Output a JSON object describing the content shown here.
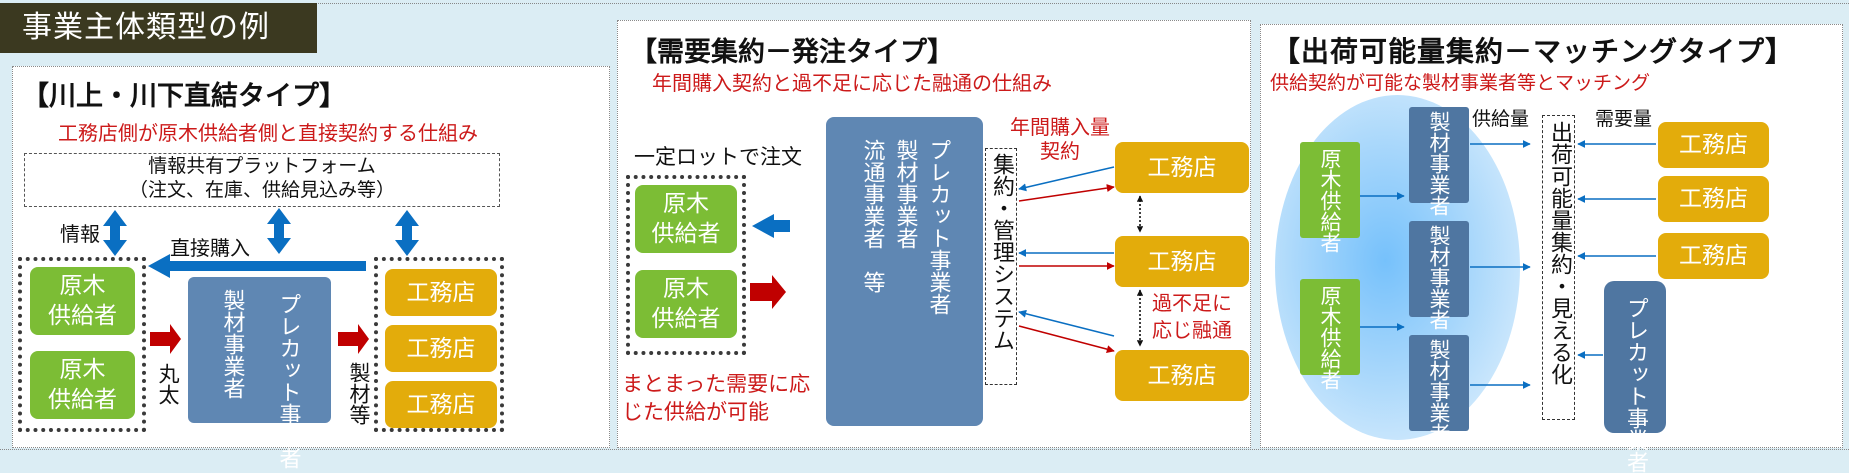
{
  "main_title": "事業主体類型の例",
  "colors": {
    "title_bg": "#3b3920",
    "background": "#dbedf4",
    "green": "#7cbd35",
    "orange": "#e3ac0b",
    "steel_blue": "#5f87b3",
    "navy": "#4f76a1",
    "arrow_blue": "#0a6fc2",
    "arrow_red": "#c00000",
    "accent_red": "#cc1a1a"
  },
  "panel1": {
    "title": "【川上・川下直結タイプ】",
    "subtitle": "工務店側が原木供給者側と直接契約する仕組み",
    "platform_line1": "情報共有プラットフォーム",
    "platform_line2": "（注文、在庫、供給見込み等）",
    "info_label": "情報",
    "direct_purchase_label": "直接購入",
    "suppliers": [
      "原木\n供給者",
      "原木\n供給者"
    ],
    "center_col1": "製材事業者",
    "center_col2": "プレカット事業者",
    "logs_label": "丸太",
    "lumber_label": "製材等",
    "builders": [
      "工務店",
      "工務店",
      "工務店"
    ]
  },
  "panel2": {
    "title": "【需要集約－発注タイプ】",
    "subtitle": "年間購入契約と過不足に応じた融通の仕組み",
    "lot_label": "一定ロットで注文",
    "suppliers": [
      "原木\n供給者",
      "原木\n供給者"
    ],
    "center_col1": "プレカット事業者",
    "center_col2": "製材事業者",
    "center_col3": "流通事業者　等",
    "system_label": "集約・管理システム",
    "annual_label_line1": "年間購入量",
    "annual_label_line2": "契約",
    "builders": [
      "工務店",
      "工務店",
      "工務店"
    ],
    "flex_label_line1": "過不足に",
    "flex_label_line2": "応じ融通",
    "demand_note_line1": "まとまった需要に応",
    "demand_note_line2": "じた供給が可能"
  },
  "panel3": {
    "title": "【出荷可能量集約－マッチングタイプ】",
    "subtitle": "供給契約が可能な製材事業者等とマッチング",
    "suppliers": [
      "原木供給者",
      "原木供給者"
    ],
    "sawmills": [
      "製材事業者",
      "製材事業者",
      "製材事業者"
    ],
    "supply_label": "供給量",
    "demand_label": "需要量",
    "system_label": "出荷可能量集約・見える化",
    "builders": [
      "工務店",
      "工務店",
      "工務店"
    ],
    "precut": "プレカット事業者"
  }
}
